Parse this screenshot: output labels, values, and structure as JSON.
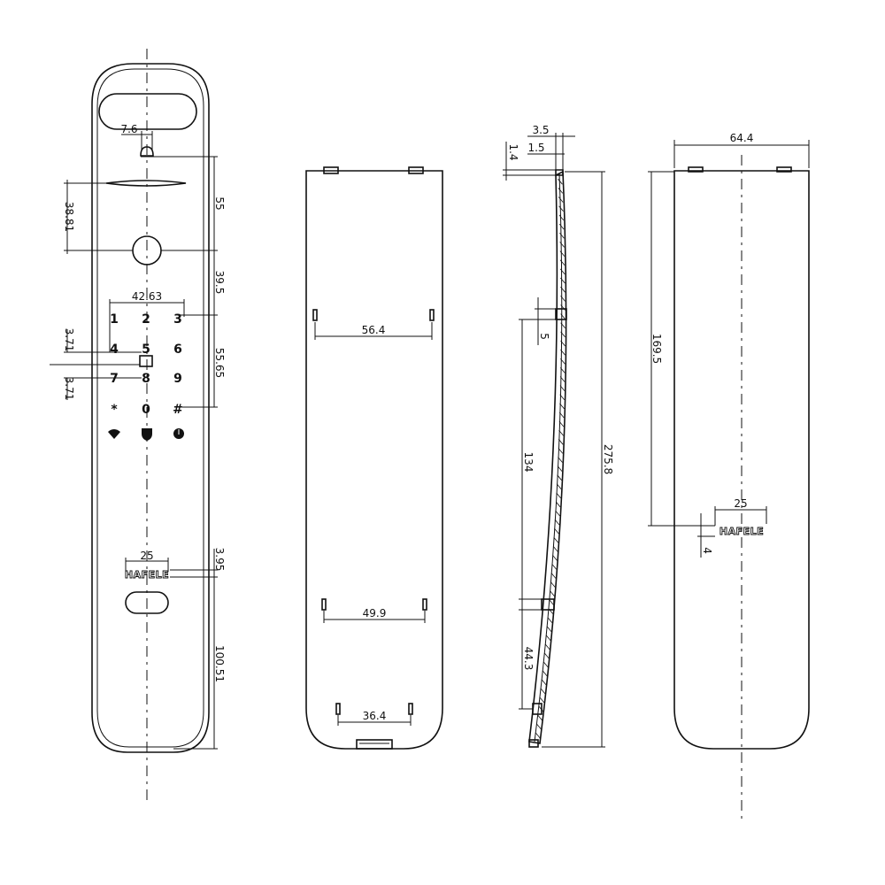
{
  "brand": "HAFELE",
  "front_view": {
    "dims": {
      "slot_width": "7.6",
      "fingerprint_height": "38.81",
      "top_section": "55",
      "knob_to_keypad": "39.5",
      "keypad_width": "42.63",
      "key_gap_top": "3.71",
      "key_gap_bottom": "3.71",
      "keypad_height": "55.65",
      "logo_width": "25",
      "logo_height": "3.95",
      "bottom_section": "100.51"
    },
    "keys": [
      "1",
      "2",
      "3",
      "4",
      "5",
      "6",
      "7",
      "8",
      "9",
      "*",
      "0",
      "#"
    ]
  },
  "back_view": {
    "dims": {
      "clip_upper": "56.4",
      "clip_lower": "49.9",
      "clip_bottom": "36.4"
    }
  },
  "side_view": {
    "dims": {
      "top_depth": "3.5",
      "top_lip": "1.5",
      "top_thickness": "1.4",
      "tab_height": "5",
      "tab_spacing": "134",
      "lower_spacing": "44.3",
      "total_height": "275.8"
    }
  },
  "cover_view": {
    "dims": {
      "width": "64.4",
      "logo_offset": "169.5",
      "logo_width": "25",
      "logo_height": "4"
    }
  }
}
